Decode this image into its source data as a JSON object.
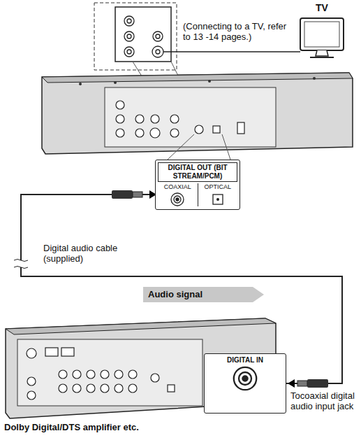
{
  "diagram": {
    "nodes": [
      {
        "text": [
          "TV"
        ]
      },
      {
        "text": [
          "DIGITAL OUT (BIT STREAM/PCM)",
          "COAXIAL",
          "OPTICAL"
        ]
      },
      {
        "text": [
          "DIGITAL IN"
        ]
      }
    ],
    "edges": [
      {
        "from": 1,
        "to": 2,
        "arrow": "none"
      }
    ],
    "labels": [
      "(Connecting to a TV, refer to 13 -14 pages.)",
      "Digital audio cable (supplied)",
      "Audio signal",
      "Tocoaxial digital audio input jack",
      "Dolby Digital/DTS amplifier etc."
    ]
  }
}
